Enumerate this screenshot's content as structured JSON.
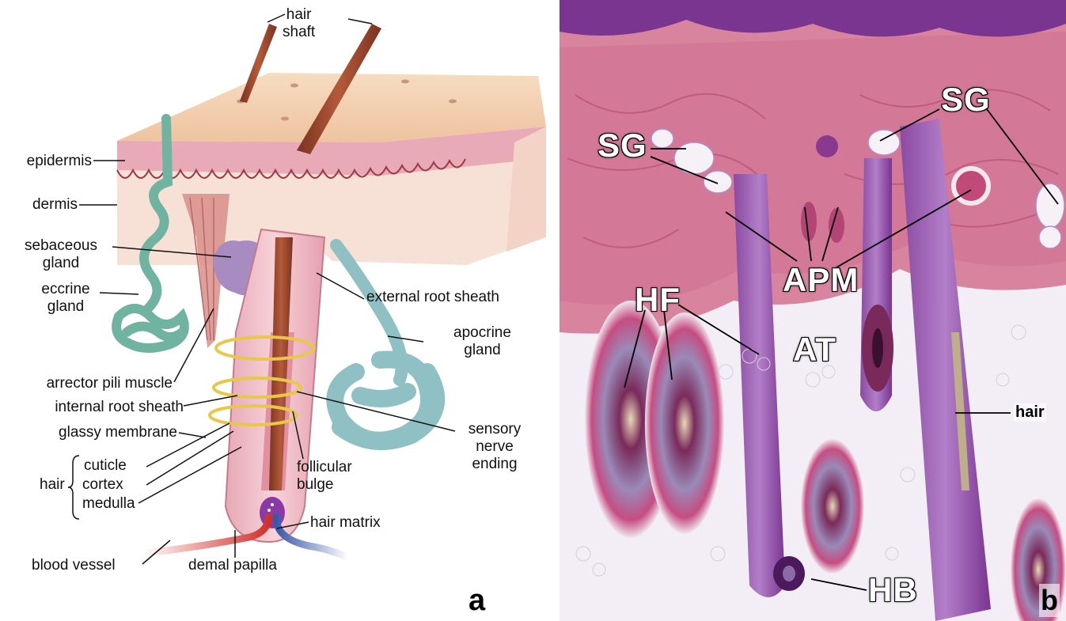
{
  "panel_a": {
    "labels": {
      "hair_shaft": "hair\nshaft",
      "epidermis": "epidermis",
      "dermis": "dermis",
      "sebaceous_gland": "sebaceous\ngland",
      "eccrine_gland": "eccrine\ngland",
      "external_root_sheath": "external root sheath",
      "apocrine_gland": "apocrine\ngland",
      "arrector_pili_muscle": "arrector pili muscle",
      "internal_root_sheath": "internal root sheath",
      "glassy_membrane": "glassy membrane",
      "sensory_nerve_ending": "sensory\nnerve\nending",
      "hair": "hair",
      "cuticle": "cuticle",
      "cortex": "cortex",
      "medulla": "medulla",
      "follicular_bulge": "follicular\nbulge",
      "hair_matrix": "hair matrix",
      "blood_vessel": "blood vessel",
      "demal_papilla": "demal papilla"
    },
    "panel_letter": "a"
  },
  "panel_b": {
    "labels": {
      "sg_left": "SG",
      "sg_right": "SG",
      "apm": "APM",
      "hf": "HF",
      "at": "AT",
      "hb": "HB",
      "hair": "hair"
    },
    "panel_letter": "b"
  },
  "colors": {
    "skin_top": "#f3cfae",
    "epidermis": "#e9a9b6",
    "dermis": "#f6ddd0",
    "hair_shaft": "#9b4a2f",
    "eccrine": "#6fb3a0",
    "apocrine": "#8fc1c4",
    "sebaceous": "#a88bc0",
    "nerve": "#e7c84a",
    "vessel_red": "#d0302a",
    "vessel_blue": "#3a58a8",
    "histo_bg": "#f2eef4",
    "histo_pink": "#c9487b",
    "histo_purple": "#6b2c83"
  }
}
